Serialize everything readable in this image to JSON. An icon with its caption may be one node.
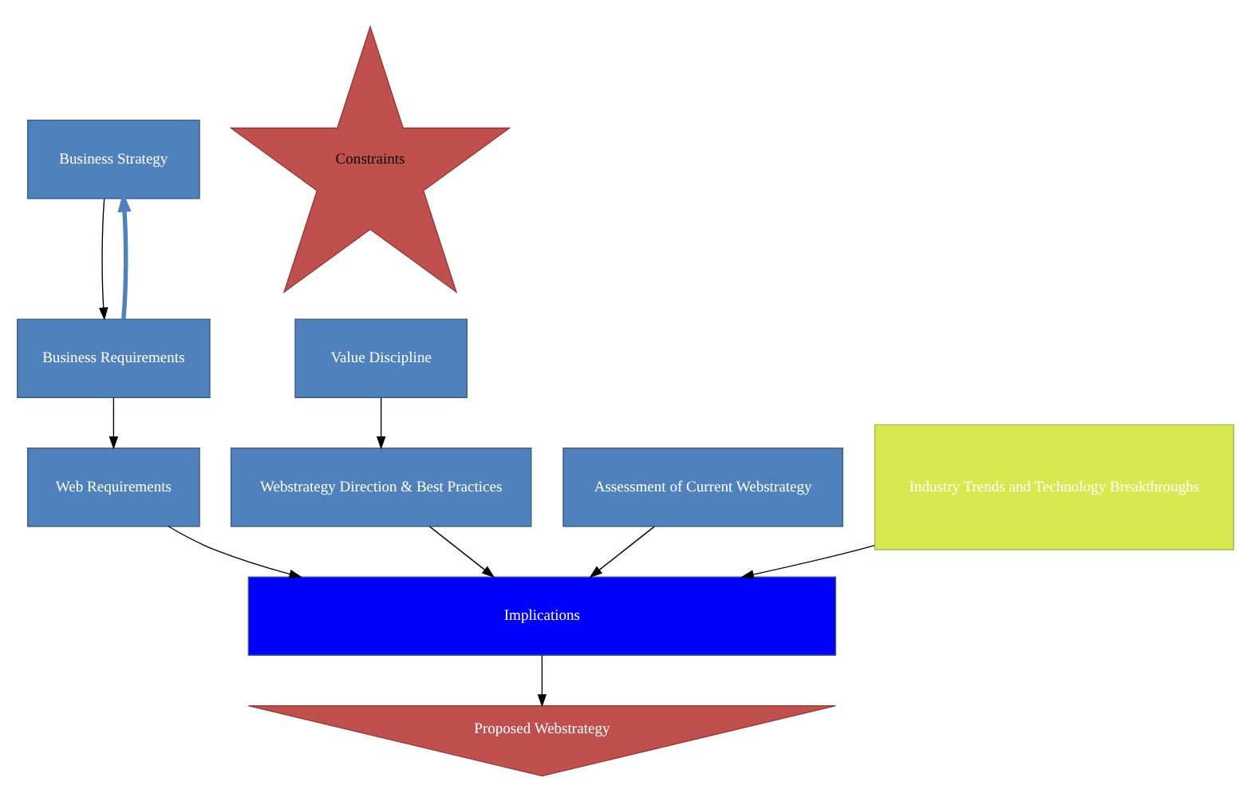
{
  "diagram": {
    "nodes": [
      {
        "text": [
          "Business Strategy"
        ]
      },
      {
        "text": [
          "Constraints"
        ]
      },
      {
        "text": [
          "Value Discipline"
        ]
      },
      {
        "text": [
          "Business Requirements"
        ]
      },
      {
        "text": [
          "Webstrategy Direction & Best Practices"
        ]
      },
      {
        "text": [
          "Web Requirements"
        ]
      },
      {
        "text": [
          "Assessment of Current Webstrategy"
        ]
      },
      {
        "text": [
          "Industry Trends and Technology Breakthroughs"
        ]
      },
      {
        "text": [
          "Implications"
        ]
      },
      {
        "text": [
          "Proposed Webstrategy"
        ]
      }
    ],
    "edges": [
      {
        "from": 0,
        "to": 3,
        "arrow": "to"
      },
      {
        "from": 3,
        "to": 0,
        "arrow": "to",
        "style": "thick",
        "color": "#4f81bd"
      },
      {
        "from": 2,
        "to": 4,
        "arrow": "to"
      },
      {
        "from": 3,
        "to": 5,
        "arrow": "to"
      },
      {
        "from": 4,
        "to": 8,
        "arrow": "to"
      },
      {
        "from": 5,
        "to": 8,
        "arrow": "to"
      },
      {
        "from": 6,
        "to": 8,
        "arrow": "to"
      },
      {
        "from": 7,
        "to": 8,
        "arrow": "to"
      },
      {
        "from": 8,
        "to": 9,
        "arrow": "to"
      }
    ]
  }
}
